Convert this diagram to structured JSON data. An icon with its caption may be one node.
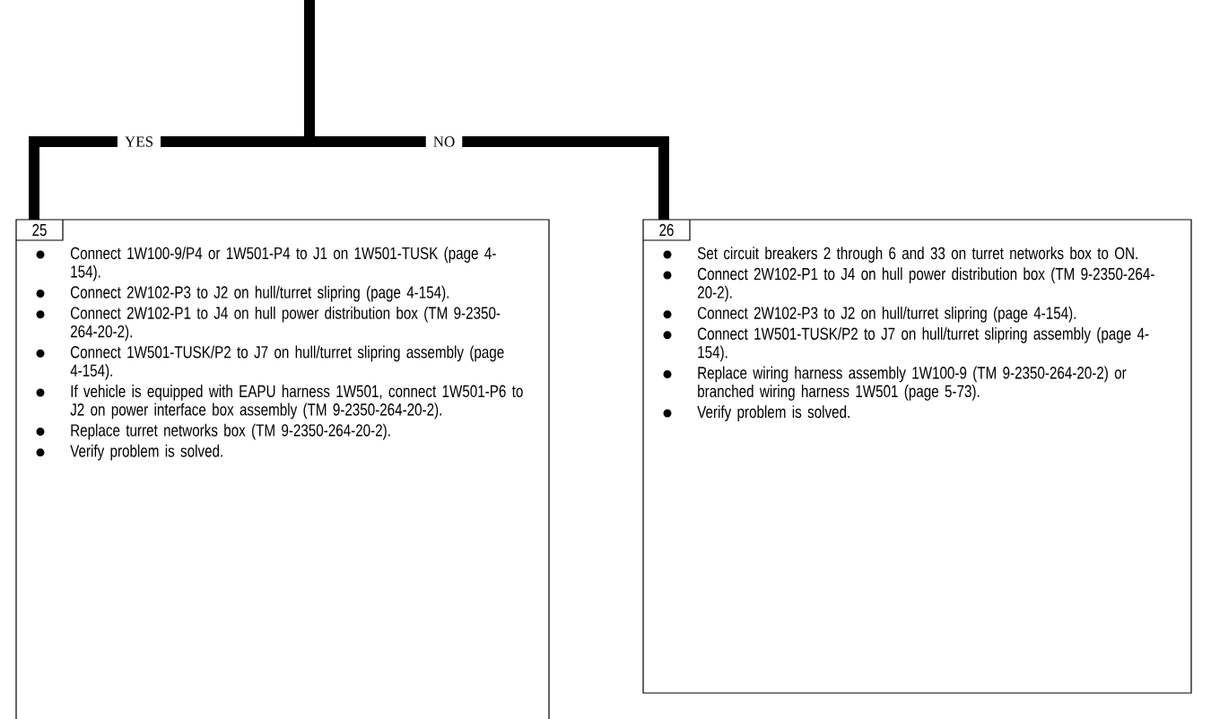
{
  "diagram": {
    "nodes": [
      {
        "text": [
          "25",
          "Connect 1W100-9/P4 or 1W501-P4 to J1 on 1W501-TUSK (page 4-154).",
          "Connect 2W102-P3 to J2 on hull/turret slipring (page 4-154).",
          "Connect 2W102-P1 to J4 on hull power distribution box (TM 9-2350-264-20-2).",
          "Connect 1W501-TUSK/P2 to J7 on hull/turret slipring assembly (page 4-154).",
          "If vehicle is equipped with EAPU harness 1W501, connect 1W501-P6 to J2 on power interface box assembly (TM 9-2350-264-20-2).",
          "Replace turret networks box (TM 9-2350-264-20-2).",
          "Verify problem is solved."
        ]
      },
      {
        "text": [
          "26",
          "Set circuit breakers 2 through 6 and 33 on turret networks box to ON.",
          "Connect 2W102-P1 to J4 on hull power distribution box (TM 9-2350-264-20-2).",
          "Connect 2W102-P3 to J2 on hull/turret slipring (page 4-154).",
          "Connect 1W501-TUSK/P2 to J7 on hull/turret slipring assembly (page 4-154).",
          "Replace wiring harness assembly 1W100-9 (TM 9-2350-264-20-2) or branched wiring harness 1W501 (page 5-73).",
          "Verify problem is solved."
        ]
      }
    ],
    "edges": [
      {
        "from": null,
        "to": 0,
        "arrow": "none",
        "label": "YES"
      },
      {
        "from": null,
        "to": 1,
        "arrow": "none",
        "label": "NO"
      }
    ]
  }
}
